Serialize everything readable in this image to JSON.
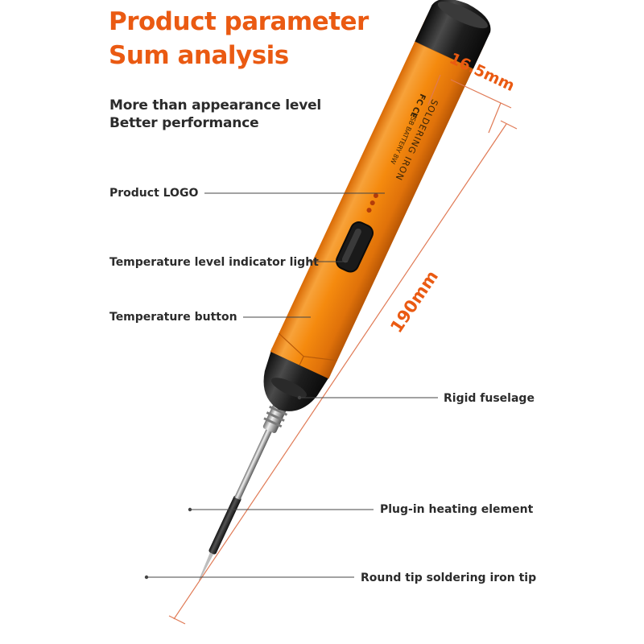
{
  "header": {
    "title_line1": "Product parameter",
    "title_line2": "Sum analysis",
    "subtitle_line1": "More than appearance level",
    "subtitle_line2": "Better performance"
  },
  "dimensions": {
    "width": "16.5mm",
    "length": "190mm"
  },
  "callouts": {
    "logo": "Product LOGO",
    "indicator": "Temperature level indicator light",
    "button": "Temperature button",
    "fuselage": "Rigid fuselage",
    "heating": "Plug-in heating element",
    "tip": "Round tip soldering iron tip"
  },
  "product_print": {
    "line1": "SOLDERING IRON",
    "line2": "USB BATTERY 8W",
    "mark": "FC CE"
  },
  "colors": {
    "accent": "#EA5A12",
    "text": "#2b2b2b",
    "body_orange": "#F58A0E",
    "cap_black": "#1c1c1c",
    "dimension_line": "#E07A55",
    "callout_line": "#444444"
  }
}
